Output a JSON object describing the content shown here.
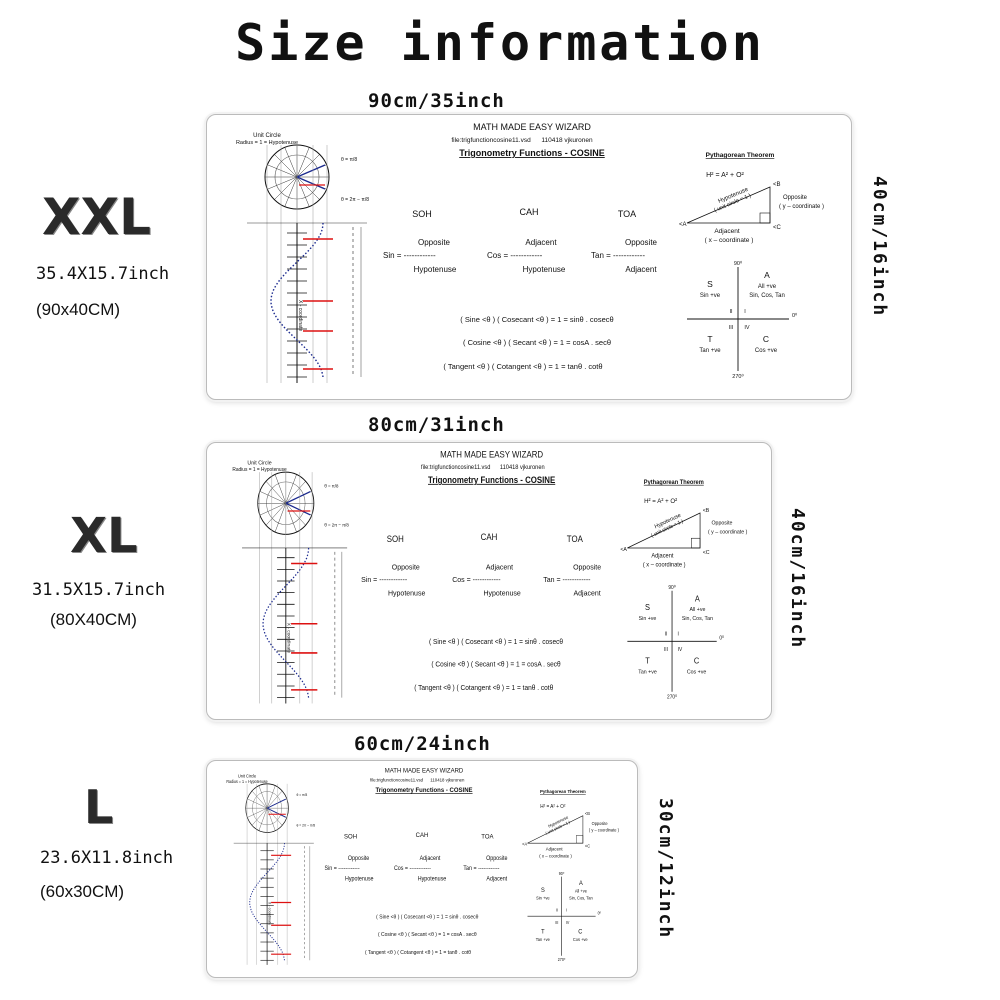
{
  "page": {
    "title": "Size information"
  },
  "pad_content": {
    "heading": "MATH MADE EASY WIZARD",
    "file": "file:trigfunctioncosine11.vsd",
    "code": "110418 vjkuronen",
    "subtitle": "Trigonometry Functions - COSINE",
    "unit_circle": "Unit Circle",
    "radius": "Radius = 1 = Hypotenuse",
    "x_coord": "X - coordinate",
    "theta_pi8": "θ = π/8",
    "theta_2pi": "θ = 2π − π/8",
    "soh": "SOH",
    "cah": "CAH",
    "toa": "TOA",
    "opposite": "Opposite",
    "adjacent": "Adjacent",
    "hypotenuse": "Hypotenuse",
    "sin_eq": "Sin = ------------",
    "cos_eq": "Cos = ------------",
    "tan_eq": "Tan = ------------",
    "formula1": "( Sine <θ ) ( Cosecant <θ ) = 1 = sinθ . cosecθ",
    "formula2": "( Cosine <θ ) ( Secant <θ ) = 1 = cosA . secθ",
    "formula3": "( Tangent <θ ) ( Cotangent <θ ) = 1 = tanθ . cotθ",
    "pythagorean": "Pythagorean Theorem",
    "h_eq": "H² = A² + O²",
    "hyp_label": "Hypotenuse",
    "unit_circle_note": "( unit circle = 1 )",
    "opp_label": "Opposite",
    "y_coord": "( y – coordinate )",
    "adj_label": "Adjacent",
    "x_coord2": "( x – coordinate )",
    "pt_a": "<A",
    "pt_b": "<B",
    "pt_c": "<C",
    "deg90": "90⁰",
    "deg0": "0⁰",
    "deg270": "270⁰",
    "q_s": "S",
    "q_s_sub": "Sin +ve",
    "q_a": "A",
    "q_a_sub1": "All +ve",
    "q_a_sub2": "Sin, Cos, Tan",
    "q_t": "T",
    "q_t_sub": "Tan +ve",
    "q_c": "C",
    "q_c_sub": "Cos +ve",
    "q_i": "I",
    "q_ii": "II",
    "q_iii": "III",
    "q_iv": "IV"
  },
  "sizes": [
    {
      "name": "XXL",
      "dims_inch": "35.4X15.7inch",
      "dims_cm": "(90x40CM)",
      "width_label": "90cm/35inch",
      "height_label": "40cm/16inch"
    },
    {
      "name": "XL",
      "dims_inch": "31.5X15.7inch",
      "dims_cm": "(80X40CM)",
      "width_label": "80cm/31inch",
      "height_label": "40cm/16inch"
    },
    {
      "name": "L",
      "dims_inch": "23.6X11.8inch",
      "dims_cm": "(60x30CM)",
      "width_label": "60cm/24inch",
      "height_label": "30cm/12inch"
    }
  ]
}
